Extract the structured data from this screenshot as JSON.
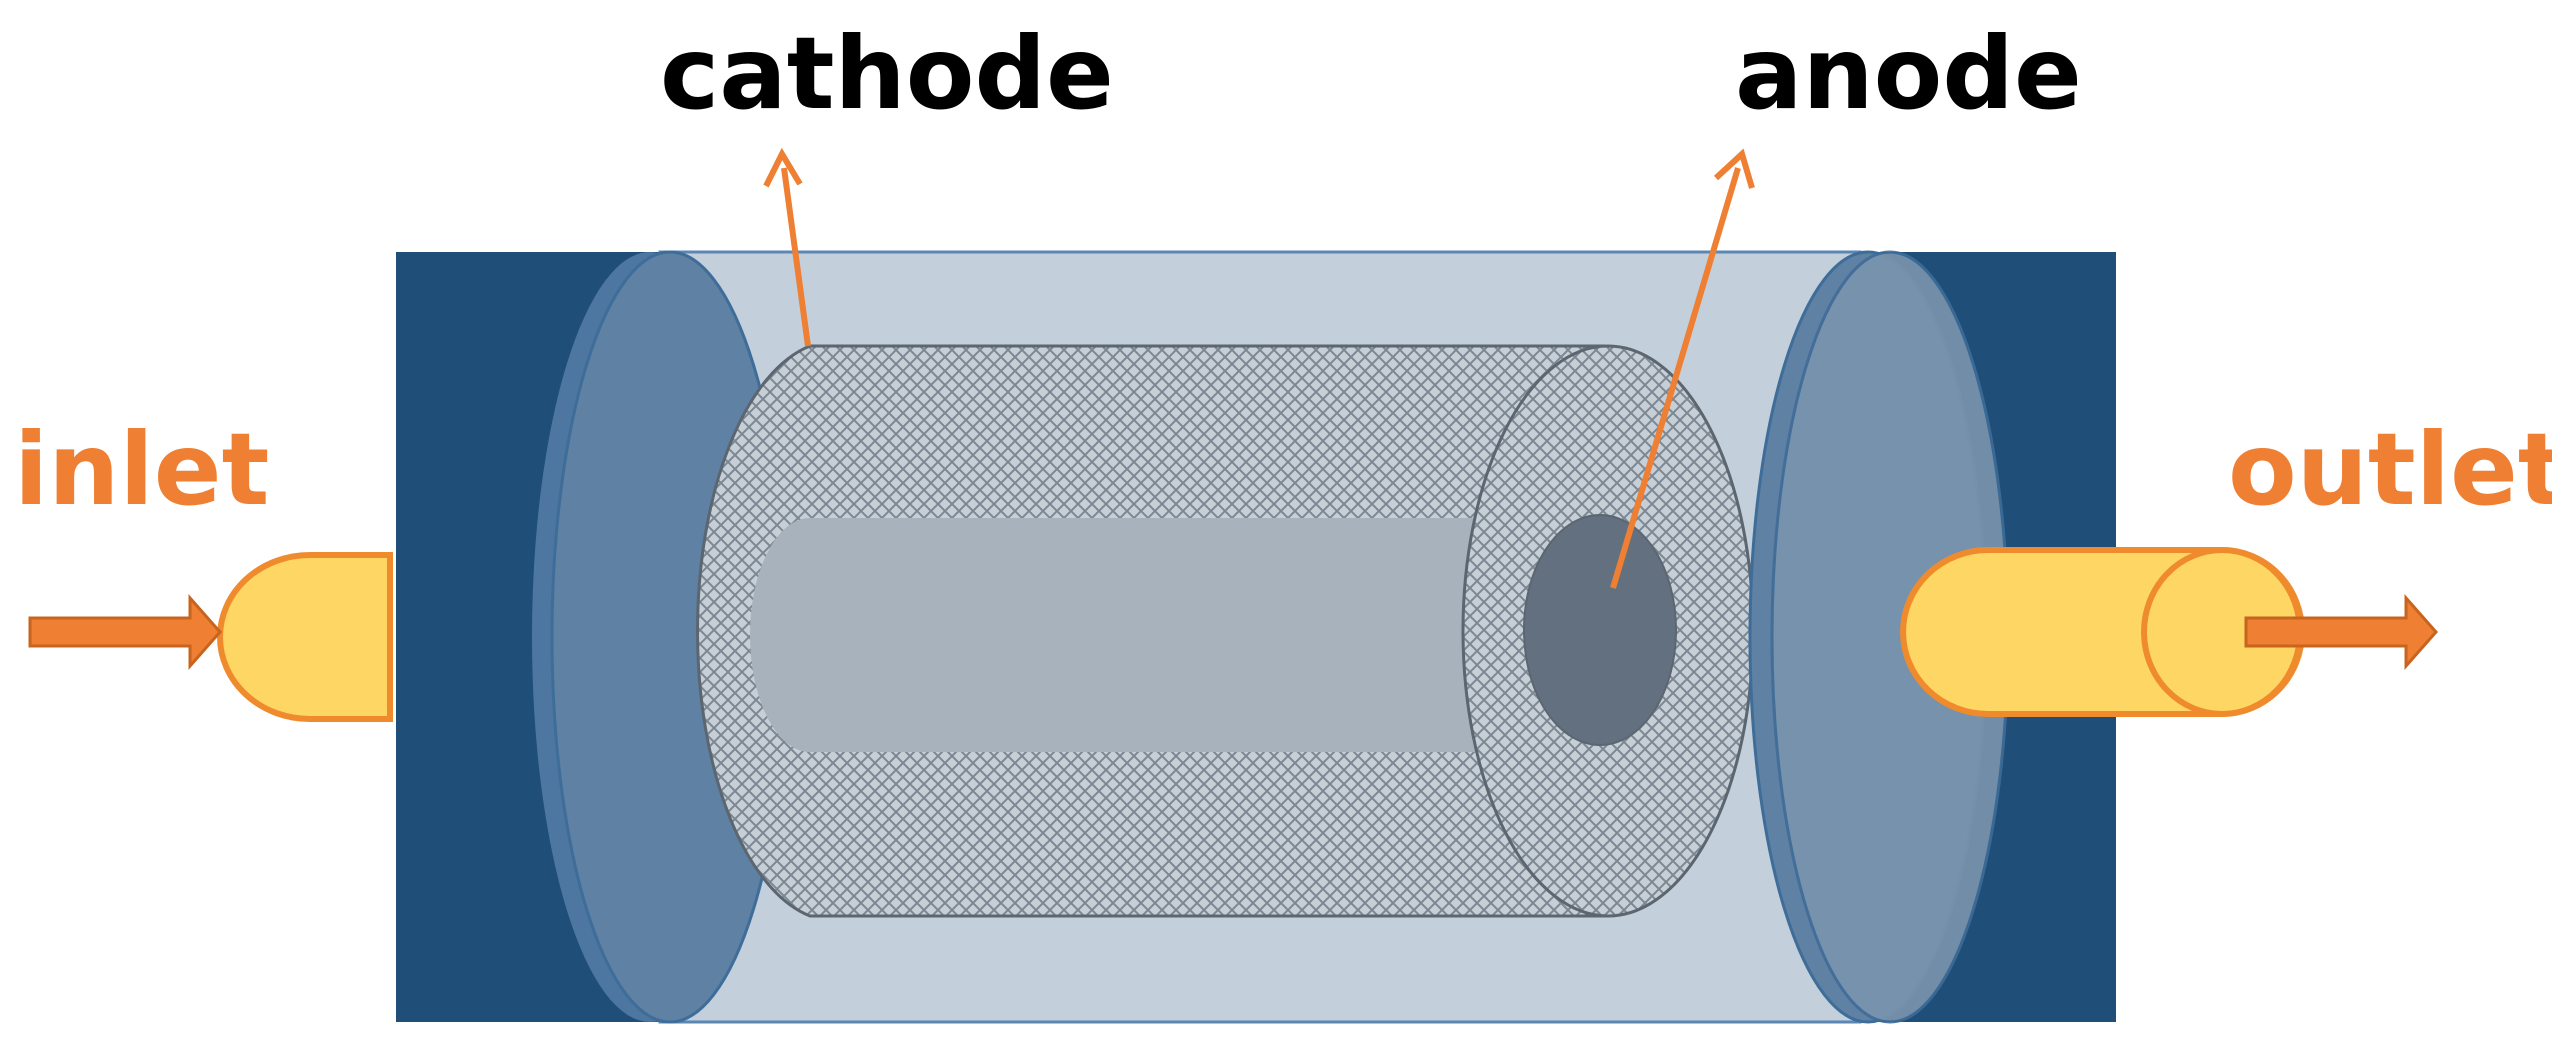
{
  "labels": {
    "cathode": "cathode",
    "anode": "anode",
    "inlet": "inlet",
    "outlet": "outlet"
  },
  "colors": {
    "background": "#ffffff",
    "label_dark": "#000000",
    "label_accent": "#ef7f32",
    "arrow": "#ef7f32",
    "outer_block": "#1f4e79",
    "housing_glass": "#c3cfdb",
    "housing_glass_edge": "#5b87b5",
    "end_plate": "#5f81a3",
    "end_plate_edge": "#3f6d99",
    "cathode_mesh": "#c6ced6",
    "cathode_mesh_line": "#7c8794",
    "cathode_edge": "#5c6670",
    "inner_core": "#a7b2bd",
    "anode_hole": "#637080",
    "pipe_fill": "#fdd663",
    "pipe_edge": "#ef8b2c"
  },
  "icons": {
    "inlet_arrow": "arrow-right-icon",
    "outlet_arrow": "arrow-right-icon",
    "cathode_pointer": "pointer-arrow-icon",
    "anode_pointer": "pointer-arrow-icon"
  }
}
